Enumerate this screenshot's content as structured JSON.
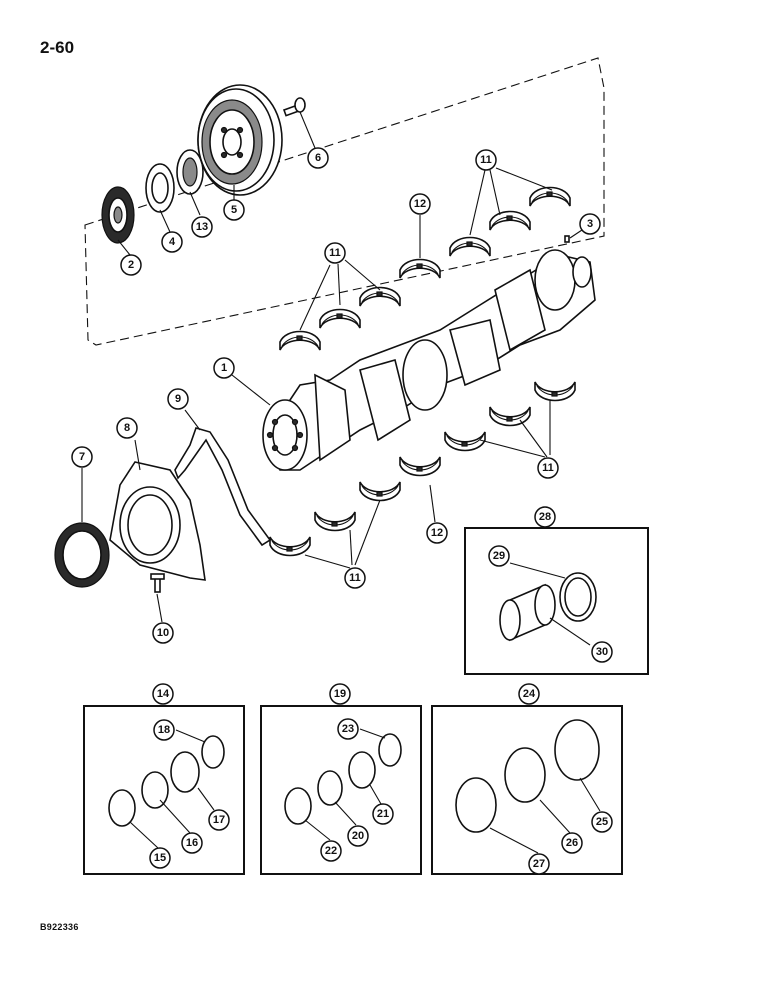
{
  "page_number": "2-60",
  "figure_code": "B922336",
  "callouts": {
    "c1": "1",
    "c2": "2",
    "c3": "3",
    "c4": "4",
    "c5": "5",
    "c6": "6",
    "c7": "7",
    "c8": "8",
    "c9": "9",
    "c10": "10",
    "c11a": "11",
    "c11b": "11",
    "c11c": "11",
    "c11d": "11",
    "c12a": "12",
    "c12b": "12",
    "c13": "13",
    "c14": "14",
    "c15": "15",
    "c16": "16",
    "c17": "17",
    "c18": "18",
    "c19": "19",
    "c20": "20",
    "c21": "21",
    "c22": "22",
    "c23": "23",
    "c24": "24",
    "c25": "25",
    "c26": "26",
    "c27": "27",
    "c28": "28",
    "c29": "29",
    "c30": "30"
  }
}
